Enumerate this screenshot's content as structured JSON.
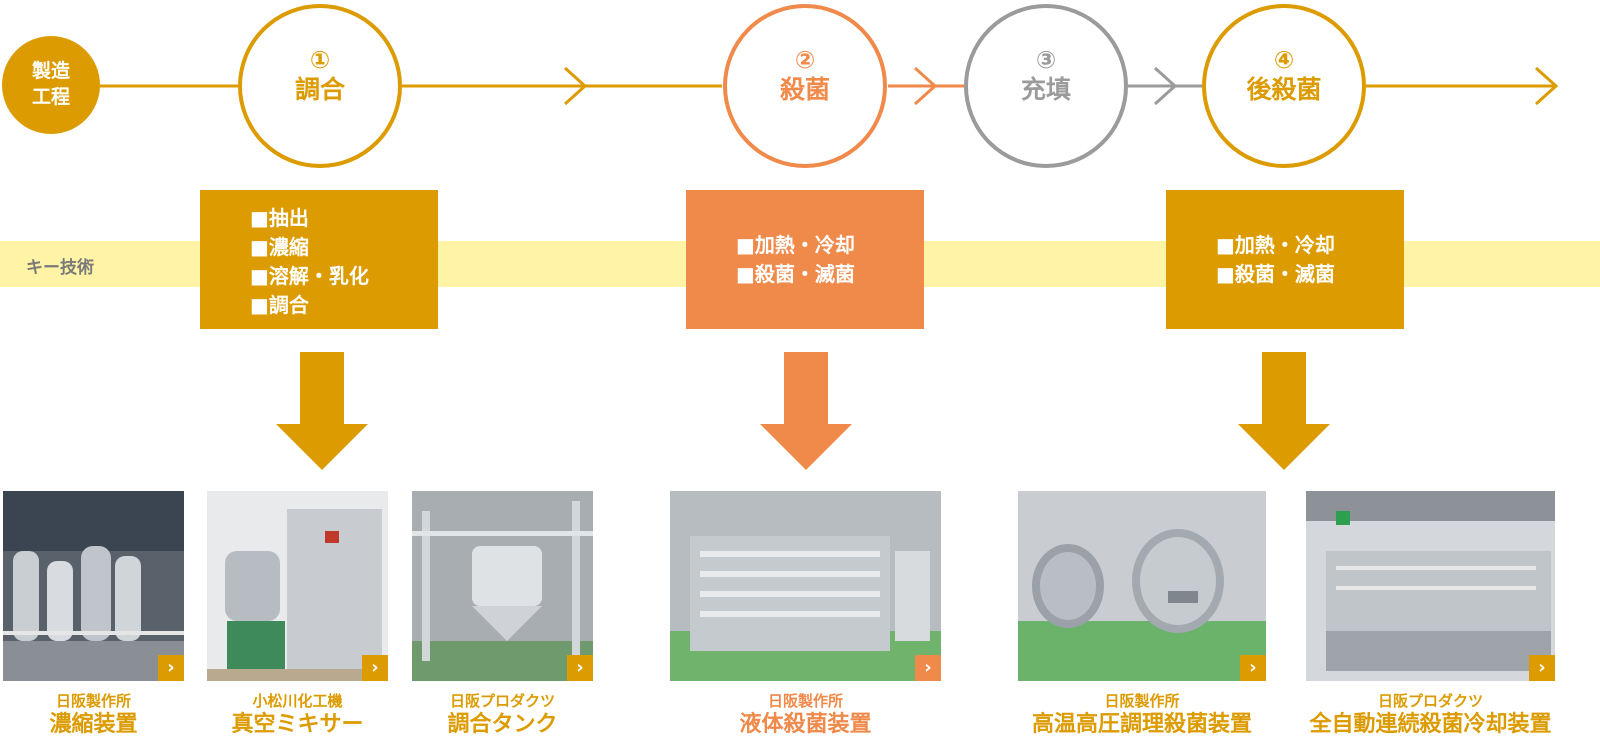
{
  "process": {
    "badge": [
      "製造",
      "工程"
    ],
    "steps": [
      {
        "number": "①",
        "name": "調合",
        "color": "#dc9b00"
      },
      {
        "number": "②",
        "name": "殺菌",
        "color": "#f08a4b"
      },
      {
        "number": "③",
        "name": "充填",
        "color": "#9b9b9b"
      },
      {
        "number": "④",
        "name": "後殺菌",
        "color": "#dc9b00"
      }
    ]
  },
  "key_tech": {
    "label": "キー技術",
    "boxes": [
      {
        "items": [
          "■抽出",
          "■濃縮",
          "■溶解・乳化",
          "■調合"
        ]
      },
      {
        "items": [
          "■加熱・冷却",
          "■殺菌・滅菌"
        ]
      },
      {
        "items": [
          "■加熱・冷却",
          "■殺菌・滅菌"
        ]
      }
    ]
  },
  "products": [
    {
      "maker": "日阪製作所",
      "name": "濃縮装置"
    },
    {
      "maker": "小松川化工機",
      "name": "真空ミキサー"
    },
    {
      "maker": "日阪プロダクツ",
      "name": "調合タンク"
    },
    {
      "maker": "日阪製作所",
      "name": "液体殺菌装置"
    },
    {
      "maker": "日阪製作所",
      "name": "高温高圧調理殺菌装置"
    },
    {
      "maker": "日阪プロダクツ",
      "name": "全自動連続殺菌冷却装置"
    }
  ],
  "icons": {
    "more_link": "chevron-right-icon",
    "flow_arrow": "arrow-down-icon"
  },
  "colors": {
    "gold": "#dc9b00",
    "orange": "#f08a4b",
    "gray": "#9b9b9b",
    "band": "#fff3a6"
  }
}
